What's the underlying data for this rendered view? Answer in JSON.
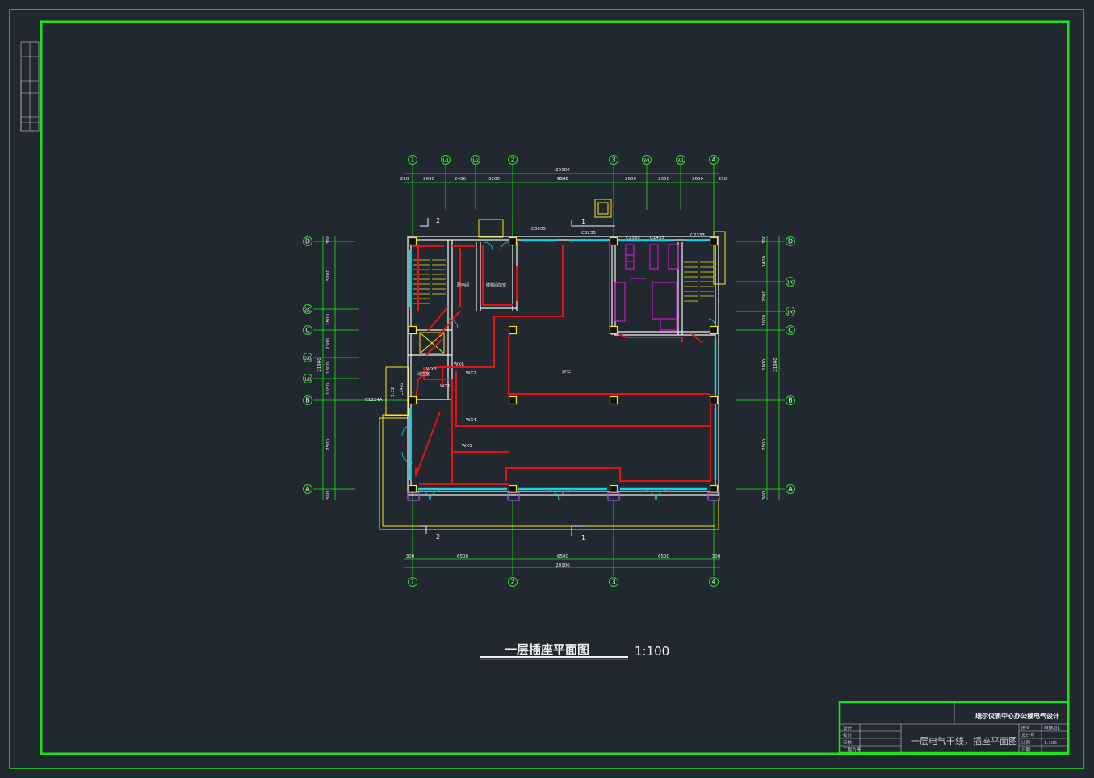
{
  "sheet": {
    "title": "一层插座平面图",
    "scale": "1:100"
  },
  "grid": {
    "top_axes": [
      "1",
      "1/1",
      "1/2",
      "2",
      "3",
      "3/1",
      "3/1",
      "4"
    ],
    "bottom_axes": [
      "1",
      "2",
      "3",
      "4"
    ],
    "left_axes": [
      "D",
      "2/C",
      "C",
      "2/B",
      "1/B",
      "B",
      "A"
    ],
    "right_axes": [
      "D",
      "1/C",
      "1/C",
      "C",
      "B",
      "A"
    ],
    "top_overall": "25100",
    "top_dims": [
      "250",
      "2650",
      "2450",
      "3200",
      "6500",
      "2600",
      "2350",
      "2650",
      "250"
    ],
    "top_upper": "6500",
    "bottom_overall": "20100",
    "bottom_dims": [
      "300",
      "6500",
      "6500",
      "6500",
      "300"
    ],
    "left_dims": [
      "300",
      "5700",
      "1800",
      "2300",
      "1800",
      "1650",
      "7500",
      "300"
    ],
    "left_overall": "21900",
    "right_dims": [
      "300",
      "3400",
      "2300",
      "1000",
      "5800",
      "7500",
      "300"
    ],
    "right_overall": "21900"
  },
  "labels": {
    "section_2": "2",
    "section_1": "1",
    "window_c3035": "C3035",
    "window_c3235": "C3235",
    "window_c2335": "C2335",
    "window_c1435": "C1435",
    "window_c2333": "C2333",
    "window_c1224a": "C1224A",
    "window_c1422": "C1422",
    "ramp": "1:12",
    "circuit_wx1": "WX1",
    "circuit_wx2": "WX2",
    "circuit_wx3": "WX3",
    "circuit_wx4": "WX4",
    "circuit_wx5": "WX5",
    "circuit_wx6": "WX6",
    "room_office": "办公",
    "room_1": "配电间",
    "room_2": "楼梯间前室",
    "room_3": "消控室"
  },
  "title_block": {
    "project": "瑞尔仪表中心办公楼电气设计",
    "drawing": "一层电气干线，插座平面图",
    "rows_left": [
      "设计",
      "校对",
      "审核",
      "工程负责"
    ],
    "rows_right": [
      "图号",
      "设计号",
      "比例",
      "日期"
    ],
    "vals_right": [
      "电施-01",
      "",
      "1:100",
      ""
    ]
  },
  "colors": {
    "frame": "#19e619",
    "wall": "#f2f2f2",
    "cable": "#e01414",
    "window": "#19d2e6",
    "column": "#f5e61e",
    "magenta": "#e619e6",
    "dim": "#19e619"
  }
}
